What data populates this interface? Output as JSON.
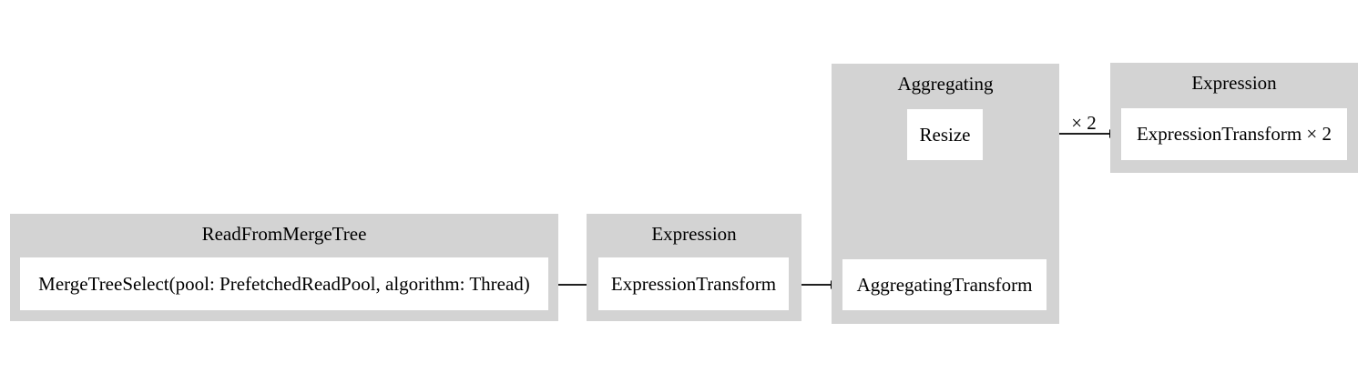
{
  "diagram": {
    "clusters": [
      {
        "label": "ReadFromMergeTree",
        "nodes": [
          {
            "label": "MergeTreeSelect(pool: PrefetchedReadPool, algorithm: Thread)"
          }
        ]
      },
      {
        "label": "Expression",
        "nodes": [
          {
            "label": "ExpressionTransform"
          }
        ]
      },
      {
        "label": "Aggregating",
        "nodes": [
          {
            "label": "AggregatingTransform"
          },
          {
            "label": "Resize"
          }
        ]
      },
      {
        "label": "Expression",
        "nodes": [
          {
            "label": "ExpressionTransform × 2"
          }
        ]
      }
    ],
    "edges": [
      {
        "from": "MergeTreeSelect(pool: PrefetchedReadPool, algorithm: Thread)",
        "to": "ExpressionTransform",
        "label": ""
      },
      {
        "from": "ExpressionTransform",
        "to": "AggregatingTransform",
        "label": ""
      },
      {
        "from": "AggregatingTransform",
        "to": "Resize",
        "label": ""
      },
      {
        "from": "Resize",
        "to": "ExpressionTransform × 2",
        "label": "× 2"
      }
    ],
    "colors": {
      "background": "#ffffff",
      "cluster_fill": "#d3d3d3",
      "node_fill": "#ffffff",
      "text": "#000000",
      "edge": "#000000"
    }
  }
}
